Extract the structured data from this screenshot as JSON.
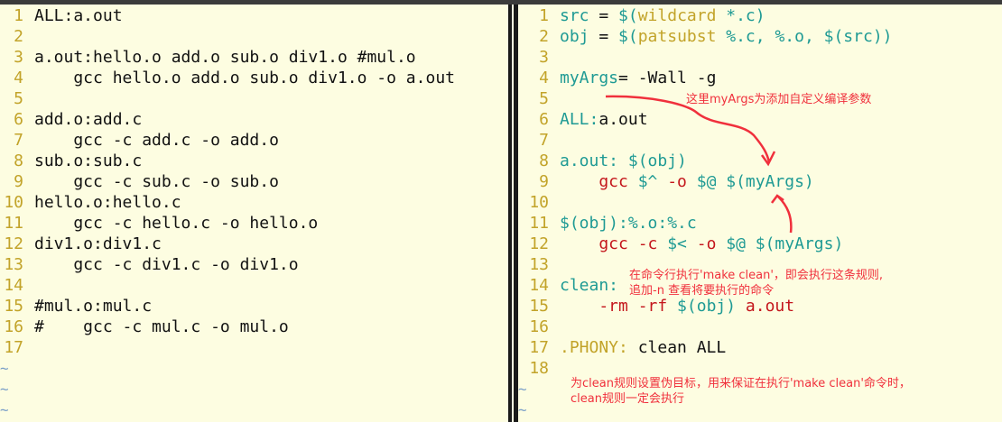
{
  "left_pane": {
    "lines": [
      [
        [
          "ALL:a.out",
          "plain"
        ]
      ],
      [],
      [
        [
          "a.out:hello.o add.o sub.o div1.o #mul.o",
          "plain"
        ]
      ],
      [
        [
          "    gcc hello.o add.o sub.o div1.o -o a.out",
          "plain"
        ]
      ],
      [],
      [
        [
          "add.o:add.c",
          "plain"
        ]
      ],
      [
        [
          "    gcc -c add.c -o add.o",
          "plain"
        ]
      ],
      [
        [
          "sub.o:sub.c",
          "plain"
        ]
      ],
      [
        [
          "    gcc -c sub.c -o sub.o",
          "plain"
        ]
      ],
      [
        [
          "hello.o:hello.c",
          "plain"
        ]
      ],
      [
        [
          "    gcc -c hello.c -o hello.o",
          "plain"
        ]
      ],
      [
        [
          "div1.o:div1.c",
          "plain"
        ]
      ],
      [
        [
          "    gcc -c div1.c -o div1.o",
          "plain"
        ]
      ],
      [],
      [
        [
          "#mul.o:mul.c",
          "plain"
        ]
      ],
      [
        [
          "#    gcc -c mul.c -o mul.o",
          "plain"
        ]
      ],
      []
    ],
    "tildes": 3
  },
  "right_pane": {
    "lines": [
      [
        [
          "src",
          "teal"
        ],
        [
          " = ",
          "plain"
        ],
        [
          "$(",
          "teal"
        ],
        [
          "wildcard",
          "yellow"
        ],
        [
          " *.c)",
          "teal"
        ]
      ],
      [
        [
          "obj",
          "teal"
        ],
        [
          " = ",
          "plain"
        ],
        [
          "$(",
          "teal"
        ],
        [
          "patsubst",
          "yellow"
        ],
        [
          " %.c, %.o, $(src))",
          "teal"
        ]
      ],
      [],
      [
        [
          "myArgs",
          "teal"
        ],
        [
          "= -Wall -g",
          "plain"
        ]
      ],
      [],
      [
        [
          "ALL:",
          "teal"
        ],
        [
          "a.out",
          "plain"
        ]
      ],
      [],
      [
        [
          "a.out: $(obj)",
          "teal"
        ]
      ],
      [
        [
          "    gcc",
          "red"
        ],
        [
          " $^",
          "teal"
        ],
        [
          " -o",
          "red"
        ],
        [
          " $@ $(myArgs)",
          "teal"
        ]
      ],
      [],
      [
        [
          "$(obj):%.o:%.c",
          "teal"
        ]
      ],
      [
        [
          "    gcc -c",
          "red"
        ],
        [
          " $<",
          "teal"
        ],
        [
          " -o",
          "red"
        ],
        [
          " $@ $(myArgs)",
          "teal"
        ]
      ],
      [],
      [
        [
          "clean:",
          "teal"
        ]
      ],
      [
        [
          "    -rm -rf",
          "red"
        ],
        [
          " $(obj)",
          "teal"
        ],
        [
          " a.out",
          "red"
        ]
      ],
      [],
      [
        [
          ".PHONY:",
          "yellow"
        ],
        [
          " clean ALL",
          "plain"
        ]
      ],
      []
    ],
    "tildes": 2
  },
  "annotations": {
    "myargs_note": "这里myArgs为添加自定义编译参数",
    "clean_note": "在命令行执行'make clean'，即会执行这条规则,\n追加-n 查看将要执行的命令",
    "phony_note": "为clean规则设置伪目标，用来保证在执行'make clean'命令时，\nclean规则一定会执行"
  },
  "colors": {
    "background": "#fdfde1",
    "keyword": "#1e9a94",
    "function": "#c2a329",
    "command": "#c4161c",
    "annotation": "#f0303c"
  }
}
